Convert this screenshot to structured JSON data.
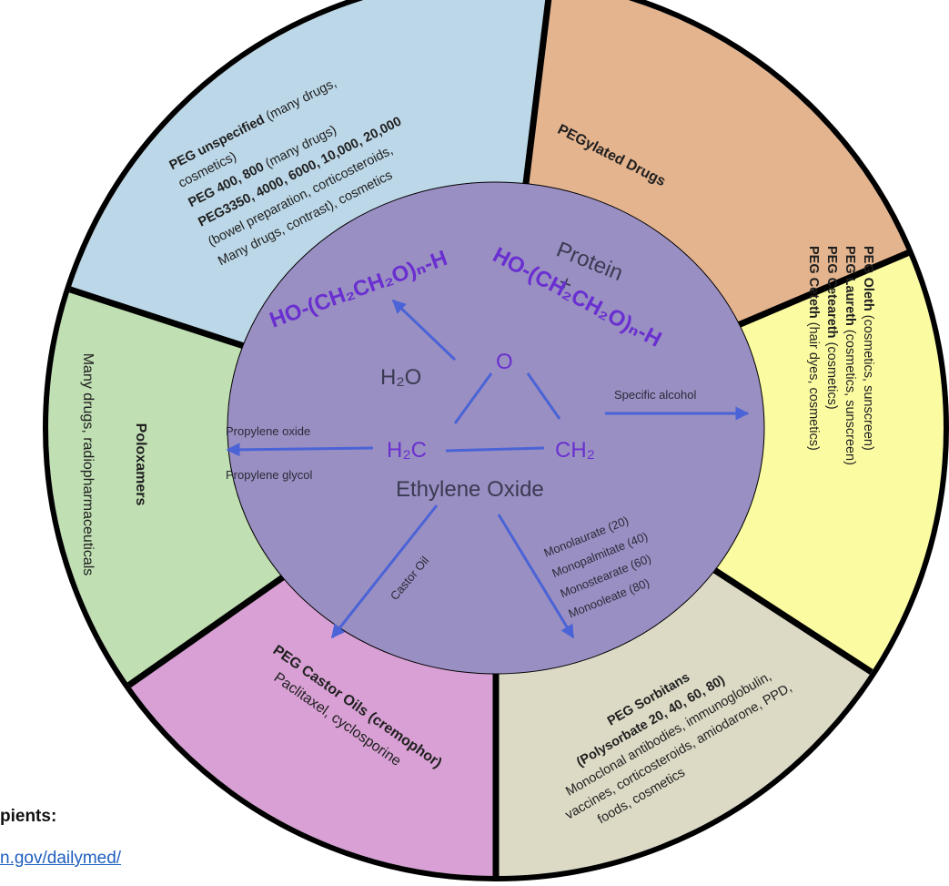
{
  "segments": {
    "peg_unspecified": {
      "lines": [
        {
          "bold": "PEG unspecified",
          "normal": " (many drugs,"
        },
        {
          "bold": "",
          "normal": "cosmetics)"
        },
        {
          "bold": "PEG 400, 800",
          "normal": " (many drugs)"
        },
        {
          "bold": "PEG3350, 4000, 6000, 10,000, 20,000",
          "normal": ""
        },
        {
          "bold": "",
          "normal": "(bowel preparation, corticosteroids,"
        },
        {
          "bold": "",
          "normal": "Many drugs, contrast), cosmetics"
        }
      ]
    },
    "pegylated": {
      "title": "PEGylated Drugs"
    },
    "specific_alcohols": {
      "lines": [
        {
          "bold": "PEG Ceteth",
          "normal": " (hair dyes, cosmetics)"
        },
        {
          "bold": "PEG Ceteareth",
          "normal": " (cosmetics)"
        },
        {
          "bold": "PEG Laureth",
          "normal": " (cosmetics, sunscreen)"
        },
        {
          "bold": "PEG Oleth",
          "normal": " (cosmetics, sunscreen)"
        }
      ]
    },
    "sorbitans": {
      "title": "PEG Sorbitans",
      "subtitle": "(Polysorbate 20, 40, 60, 80)",
      "lines": [
        "Monoclonal antibodies, immunoglobulin,",
        "vaccines, corticosteroids, amiodarone, PPD,",
        "foods, cosmetics"
      ]
    },
    "castor": {
      "title": "PEG Castor Oils (cremophor)",
      "line": "Paclitaxel, cyclosporine"
    },
    "poloxamers": {
      "title": "Poloxamers",
      "line": "Many drugs, radiopharmaceuticals"
    }
  },
  "center": {
    "peg_formula": "HO-(CH₂CH₂O)ₙ-H",
    "protein": "Protein",
    "plus": "+",
    "protein_formula": "HO-(CH₂CH₂O)ₙ-H",
    "water": "H₂O",
    "oxygen": "O",
    "h2c": "H₂C",
    "ch2": "CH₂",
    "name": "Ethylene Oxide",
    "propylene_oxide": "Propylene oxide",
    "propylene_glycol": "Propylene glycol",
    "specific_alcohol": "Specific alcohol",
    "castor_oil": "Castor Oil",
    "esters": [
      "Monolaurate  (20)",
      "Monopalmitate (40)",
      "Monostearate (60)",
      "Monooleate (80)"
    ]
  },
  "footer": {
    "label": "pients:",
    "link": "n.gov/dailymed/"
  },
  "colors": {
    "inner": "#9a8fc2",
    "top_left": "#bcd7e7",
    "top": "#e4b48f",
    "right": "#fbfba2",
    "bottom_right": "#dcd9c5",
    "bottom": "#d8a0d4",
    "left": "#c0dfb3",
    "arrow": "#4a63d6"
  }
}
